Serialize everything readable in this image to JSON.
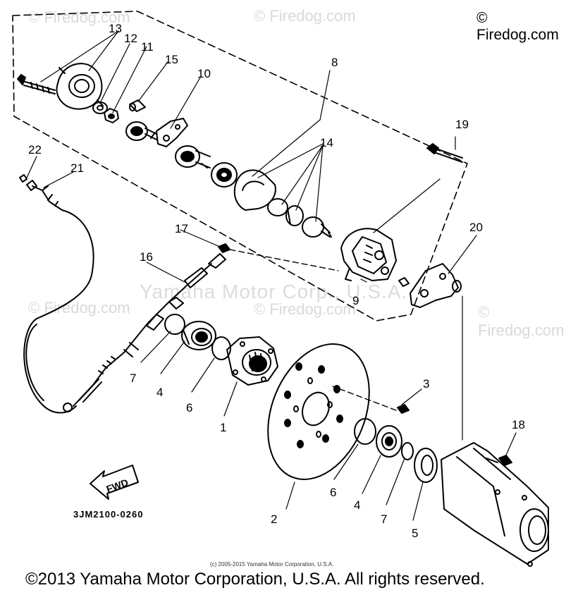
{
  "watermarks": {
    "firedog": "© Firedog.com",
    "firedog_short": "© Firedog.com",
    "yamaha": "Yamaha Motor Corp., U.S.A."
  },
  "corner_watermark": "© Firedog.com",
  "diagram_code": "3JM2100-0260",
  "fwd_label": "FWD",
  "small_copyright": "(c) 2005-2015 Yamaha Motor Corporation, U.S.A.",
  "footer": "©2013 Yamaha Motor Corporation, U.S.A. All rights reserved.",
  "callouts": [
    "1",
    "2",
    "3",
    "4",
    "4",
    "5",
    "6",
    "6",
    "7",
    "7",
    "8",
    "9",
    "10",
    "11",
    "12",
    "13",
    "14",
    "15",
    "16",
    "17",
    "18",
    "19",
    "20",
    "21",
    "22"
  ]
}
